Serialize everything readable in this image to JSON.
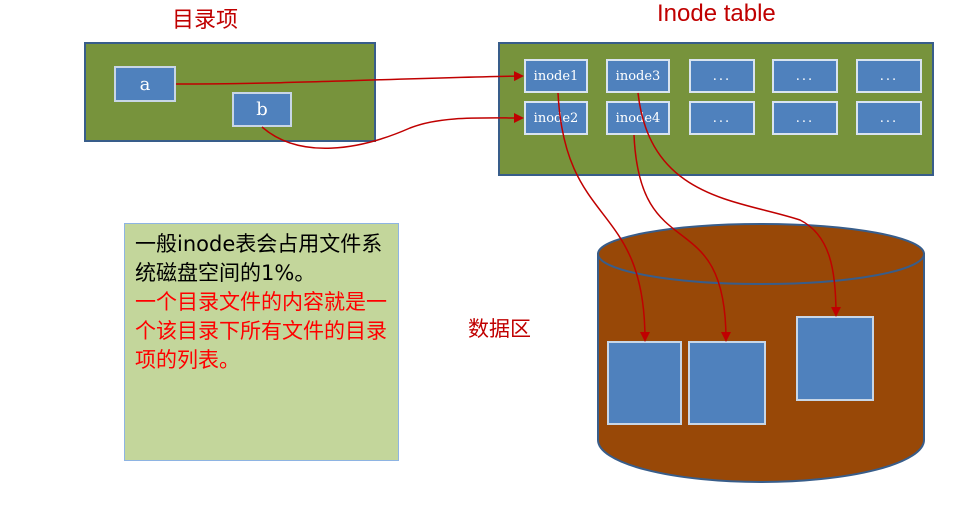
{
  "titles": {
    "dir_entries": "目录项",
    "inode_table": "Inode table",
    "data_area": "数据区"
  },
  "dir_entries": [
    "a",
    "b"
  ],
  "inode_cells": [
    "inode1",
    "inode3",
    "...",
    "...",
    "...",
    "inode2",
    "inode4",
    "...",
    "...",
    "..."
  ],
  "note": {
    "black": "一般inode表会占用文件系统磁盘空间的1%。",
    "red": "一个目录文件的内容就是一个该目录下所有文件的目录项的列表。"
  },
  "colors": {
    "panel_green": "#77933c",
    "box_blue": "#4f81bd",
    "arrow_red": "#c00000",
    "cylinder_brown": "#984807",
    "note_green": "#c3d69b"
  }
}
